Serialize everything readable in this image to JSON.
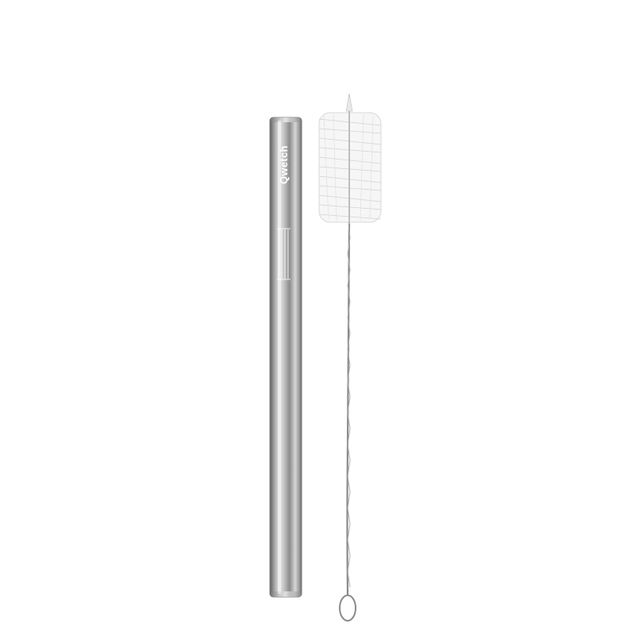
{
  "scene": {
    "background_color": "#ffffff",
    "objects": [
      {
        "name": "stainless-steel-straw",
        "color": "#b8b8b8"
      },
      {
        "name": "cleaning-brush",
        "color": "#f2f2f2"
      }
    ]
  },
  "straw": {
    "brand_text": "Qwetch",
    "metal_color_light": "#e6e6e6",
    "metal_color_mid": "#b5b5b5",
    "metal_color_dark": "#6e6e6e"
  },
  "brush": {
    "bristle_color": "#f4f4f4",
    "wire_color": "#8a8a8a"
  }
}
